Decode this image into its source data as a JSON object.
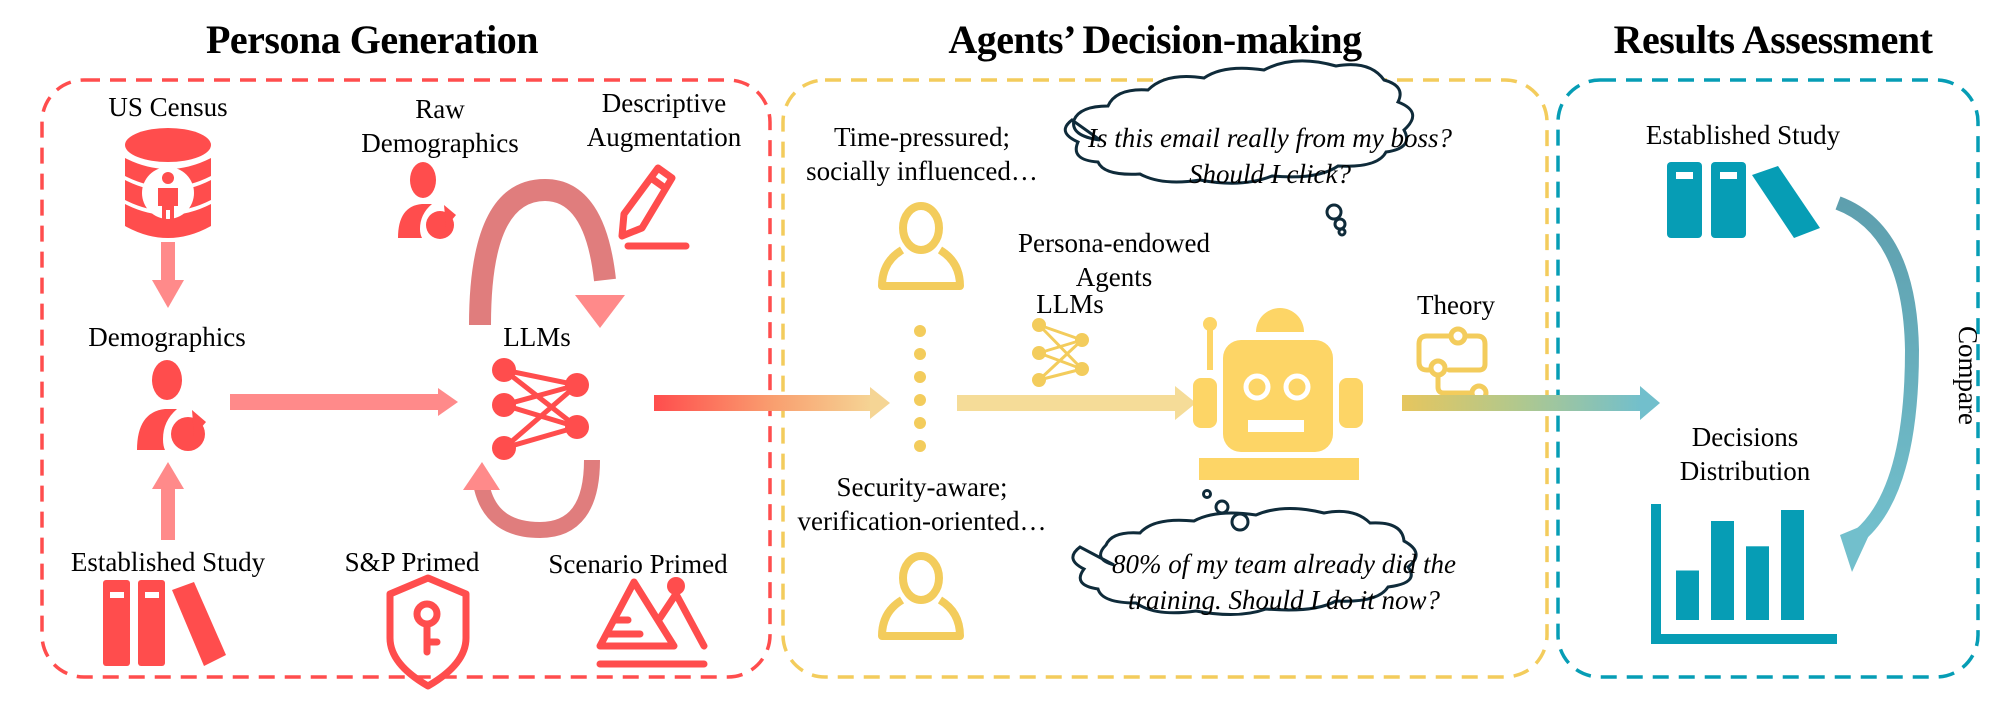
{
  "colors": {
    "persona_red": "#FF4D4D",
    "persona_red_light": "#FF8A8A",
    "agents_yellow": "#F3CC5C",
    "agents_yellow_light": "#F5DC98",
    "robot_yellow": "#FDD566",
    "results_teal": "#069DB5",
    "results_teal_light": "#72BFCC",
    "bubble_stroke": "#0F2B3A"
  },
  "sections": {
    "persona_generation": {
      "title": "Persona Generation",
      "us_census": "US Census",
      "raw_demographics": [
        "Raw",
        "Demographics"
      ],
      "descriptive_augmentation": [
        "Descriptive",
        "Augmentation"
      ],
      "demographics": "Demographics",
      "llms": "LLMs",
      "established_study": "Established Study",
      "sp_primed": "S&P Primed",
      "scenario_primed": "Scenario Primed"
    },
    "agents_decision_making": {
      "title": "Agents’ Decision-making",
      "persona_top": [
        "Time-pressured;",
        "socially influenced…"
      ],
      "persona_bottom": [
        "Security-aware;",
        "verification-oriented…"
      ],
      "llms": "LLMs",
      "agents_label": [
        "Persona-endowed",
        "Agents"
      ],
      "theory": "Theory",
      "thought_top": [
        "Is this email really from my boss?",
        "Should I click?"
      ],
      "thought_bottom": [
        "80% of my team already did the",
        "training. Should I do it now?"
      ]
    },
    "results_assessment": {
      "title": "Results Assessment",
      "established_study": "Established Study",
      "decisions_distribution": [
        "Decisions",
        "Distribution"
      ],
      "compare": "Compare",
      "bar_chart_icon_relative_heights": [
        0.45,
        0.9,
        0.67,
        1.0
      ]
    }
  }
}
